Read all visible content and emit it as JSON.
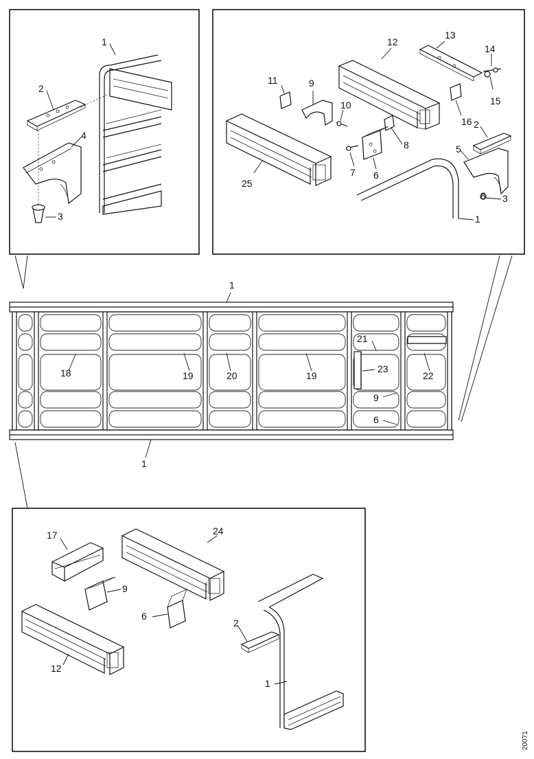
{
  "callouts": {
    "top_left": [
      "1",
      "2",
      "4",
      "3"
    ],
    "top_right": [
      "12",
      "13",
      "14",
      "15",
      "16",
      "11",
      "9",
      "10",
      "8",
      "7",
      "6",
      "2",
      "5",
      "3",
      "8",
      "1",
      "25"
    ],
    "main": [
      "1",
      "18",
      "19",
      "20",
      "19",
      "21",
      "23",
      "22",
      "9",
      "6",
      "1"
    ],
    "bottom": [
      "17",
      "24",
      "9",
      "6",
      "2",
      "12",
      "1"
    ]
  },
  "document_id": "20071"
}
